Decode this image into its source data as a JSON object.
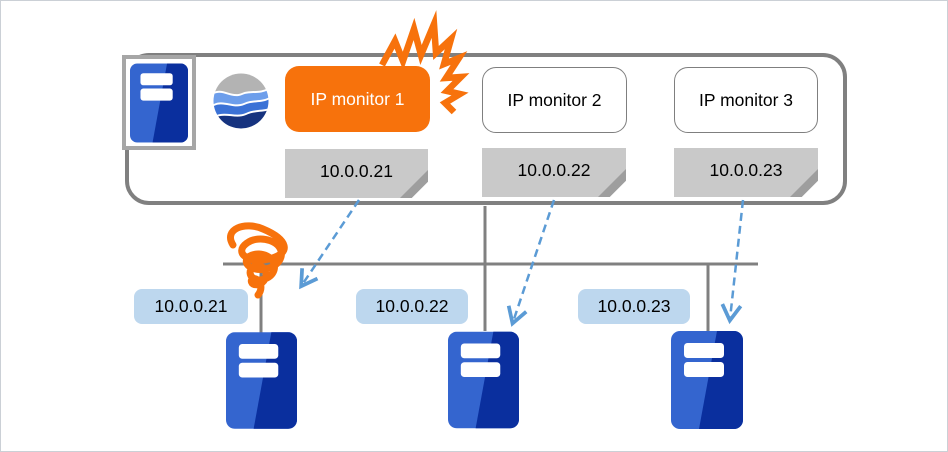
{
  "monitors": [
    {
      "label": "IP monitor 1",
      "ip": "10.0.0.21",
      "fill": "#F7720C",
      "state": "failure"
    },
    {
      "label": "IP monitor 2",
      "ip": "10.0.0.22",
      "fill": "#FFFFFF",
      "state": "normal"
    },
    {
      "label": "IP monitor 3",
      "ip": "10.0.0.23",
      "fill": "#FFFFFF",
      "state": "normal"
    }
  ],
  "servers": [
    {
      "ip": "10.0.0.21"
    },
    {
      "ip": "10.0.0.22"
    },
    {
      "ip": "10.0.0.23"
    }
  ],
  "icons": [
    "server-icon",
    "globe-logo-icon",
    "lightning-burst-icon",
    "coil-scribble-icon",
    "note-folded-corner",
    "dashed-arrow-icon"
  ],
  "colors": {
    "alert_orange": "#F7720C",
    "wire_gray": "#808080",
    "note_gray": "#C9C9C9",
    "note_fold_gray": "#9E9E9E",
    "ip_tag_blue": "#BDD7EE",
    "arrow_blue": "#5B9BD5",
    "server_blue_light": "#3465CF",
    "server_blue_dark": "#0A2F9E",
    "monitor_border_gray": "#7F7F7F"
  }
}
